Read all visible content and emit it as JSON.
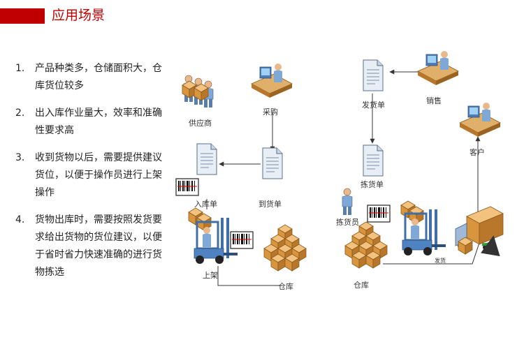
{
  "header": {
    "title": "应用场景",
    "accent_color": "#c00000"
  },
  "list": [
    {
      "num": "1.",
      "text": "产品种类多，仓储面积大，仓库货位较多"
    },
    {
      "num": "2.",
      "text": "出入库作业量大，效率和准确性要求高"
    },
    {
      "num": "3.",
      "text": "收到货物以后，需要提供建议货位，以便于操作员进行上架操作"
    },
    {
      "num": "4.",
      "text": "货物出库时，需要按照发货要求给出货物的货位建议，以便于省时省力快速准确的进行货物拣选"
    }
  ],
  "diagram": {
    "labels": {
      "supplier": "供应商",
      "purchase": "采购",
      "inbound_order": "入库单",
      "arrival_order": "到货单",
      "shelving": "上架",
      "warehouse_left": "仓库",
      "shipping_order": "发货单",
      "sales": "销售",
      "customer": "客户",
      "picking_order": "拣货单",
      "picker": "拣货员",
      "warehouse_right": "仓库",
      "ship_edge": "发货"
    },
    "icons": {
      "supplier": "people-with-boxes-icon",
      "purchase": "computer-operator-icon",
      "document": "document-icon",
      "barcode": "barcode-icon",
      "forklift": "forklift-icon",
      "boxes": "box-stack-icon",
      "truck": "delivery-truck-icon",
      "person": "person-icon"
    }
  }
}
